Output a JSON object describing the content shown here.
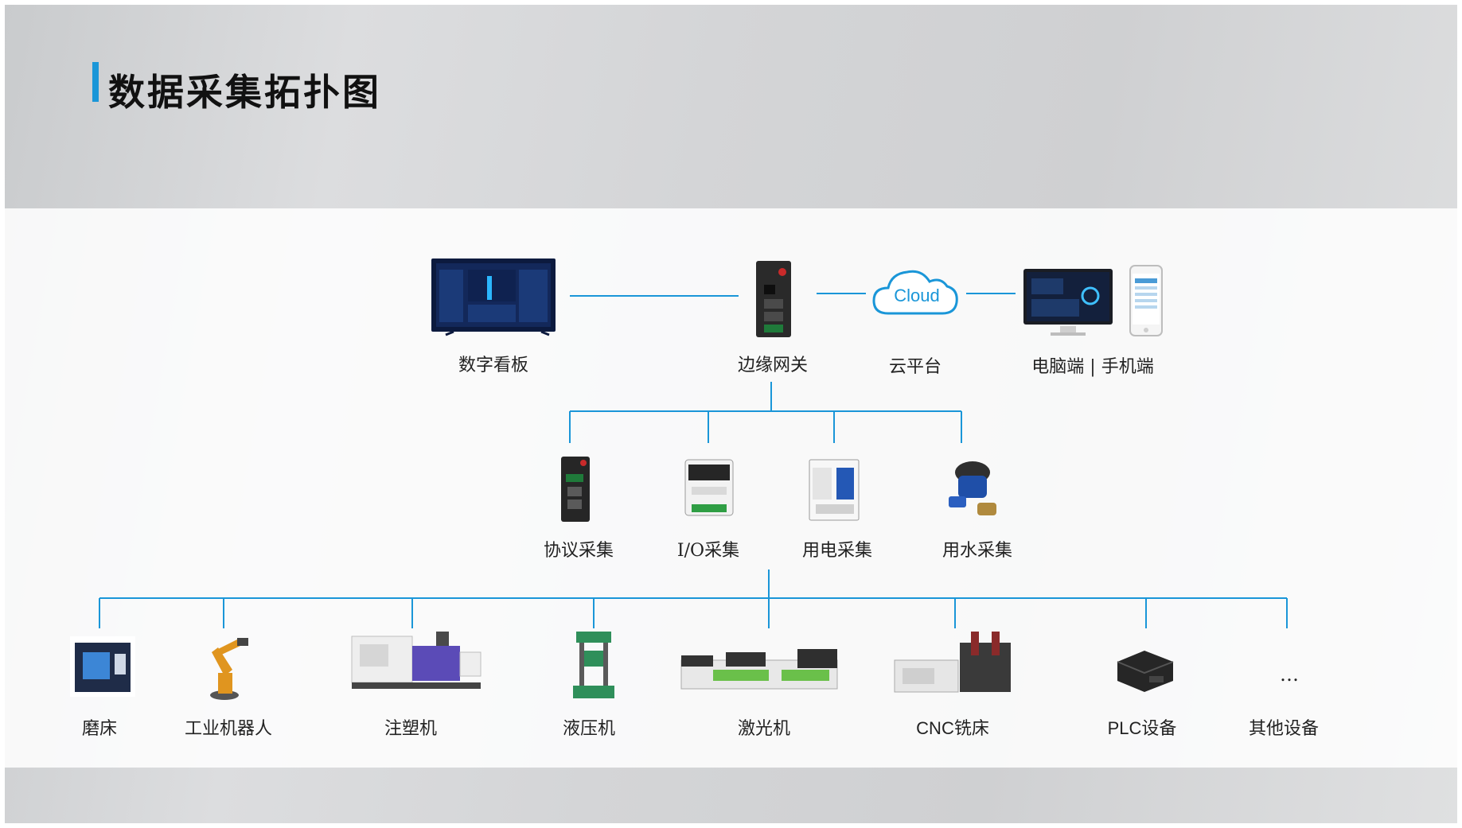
{
  "title": "数据采集拓扑图",
  "top_row": {
    "digital_board": "数字看板",
    "edge_gateway": "边缘网关",
    "cloud_platform": "云平台",
    "cloud_logo_text": "Cloud",
    "pc_mobile": "电脑端 | 手机端"
  },
  "collection_row": {
    "protocol": "协议采集",
    "io": "I/O采集",
    "power": "用电采集",
    "water": "用水采集"
  },
  "device_row": {
    "grinder": "磨床",
    "robot": "工业机器人",
    "injection": "注塑机",
    "hydraulic": "液压机",
    "laser": "激光机",
    "cnc": "CNC铣床",
    "plc": "PLC设备",
    "other": "其他设备",
    "ellipsis": "…"
  },
  "colors": {
    "line": "#1a96d8",
    "accent": "#1a96d8"
  }
}
